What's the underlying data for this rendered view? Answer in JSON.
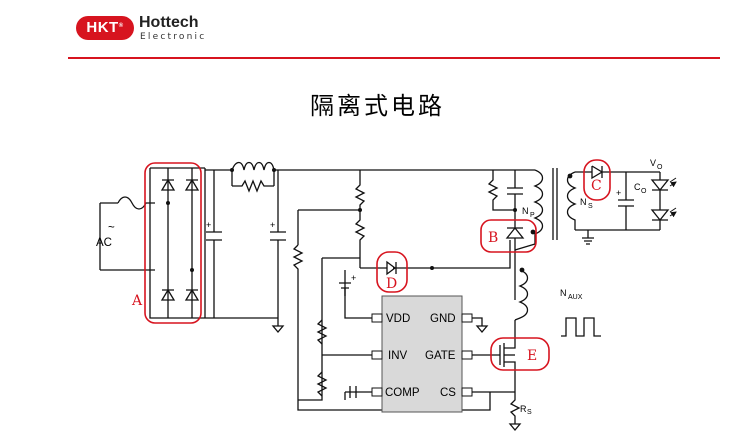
{
  "brand": {
    "badge": "HKT",
    "tm": "®",
    "name": "Hottech",
    "sub": "Electronic"
  },
  "page_title": "隔离式电路",
  "ic": {
    "pins": [
      "VDD",
      "GND",
      "INV",
      "GATE",
      "COMP",
      "CS"
    ]
  },
  "circuit_labels": {
    "ac": "AC",
    "ac_symbol": "~",
    "np": "N",
    "np_sub": "P",
    "ns": "N",
    "ns_sub": "S",
    "naux": "N",
    "naux_sub": "AUX",
    "co": "C",
    "co_sub": "O",
    "vo": "V",
    "vo_sub": "O",
    "rs": "R",
    "rs_sub": "S"
  },
  "markers": [
    "A",
    "B",
    "C",
    "D",
    "E"
  ],
  "colors": {
    "accent": "#d7141f",
    "ic_fill": "#d9d9d9"
  }
}
